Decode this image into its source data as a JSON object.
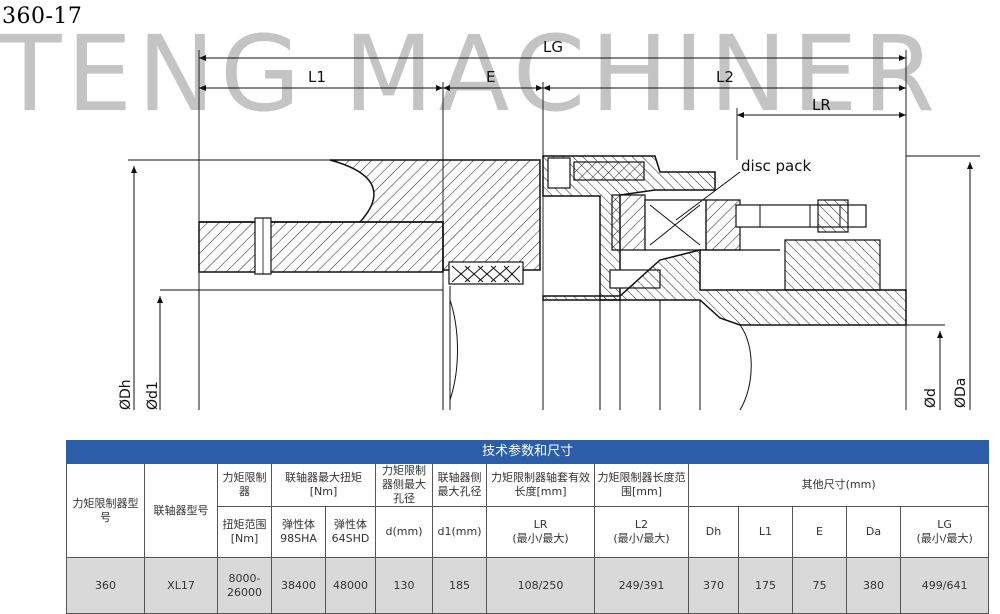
{
  "header": {
    "model_code": "360-17",
    "watermark": "TENG MACHINER"
  },
  "drawing": {
    "dimensions": {
      "lg": "LG",
      "l1": "L1",
      "e": "E",
      "l2": "L2",
      "lr": "LR"
    },
    "callouts": {
      "disc_pack": "disc pack"
    },
    "diameters": {
      "dh": "ØDh",
      "d1": "Ød1",
      "d": "Ød",
      "da": "ØDa"
    }
  },
  "table": {
    "title": "技术参数和尺寸",
    "head": {
      "model_limiter": "力矩限制器型号",
      "model_coupling": "联轴器型号",
      "limiter": "力矩限制器",
      "max_torque": "联轴器最大扭矩[Nm]",
      "limiter_max_bore": "力矩限制器侧最大孔径",
      "coupling_max_bore": "联轴器侧最大孔径",
      "sleeve_length": "力矩限制器轴套有效长度[mm]",
      "length_range": "力矩限制器长度范围[mm]",
      "other_dims": "其他尺寸(mm)",
      "torque_range": "扭矩范围[Nm]",
      "elastomer_98": "弹性体98SHA",
      "elastomer_64": "弹性体64SHD",
      "d_mm": "d(mm)",
      "d1_mm": "d1(mm)",
      "lr_sym": "LR",
      "lr_sub": "(最小/最大)",
      "l2_sym": "L2",
      "l2_sub": "(最小/最大)",
      "dh": "Dh",
      "l1": "L1",
      "e": "E",
      "da": "Da",
      "lg_sym": "LG",
      "lg_sub": "(最小/最大)"
    },
    "row": {
      "model_limiter": "360",
      "model_coupling": "XL17",
      "torque_range": "8000-26000",
      "t98": "38400",
      "t64": "48000",
      "d": "130",
      "d1": "185",
      "lr": "108/250",
      "l2": "249/391",
      "dh": "370",
      "l1": "175",
      "e": "75",
      "da": "380",
      "lg": "499/641"
    }
  }
}
